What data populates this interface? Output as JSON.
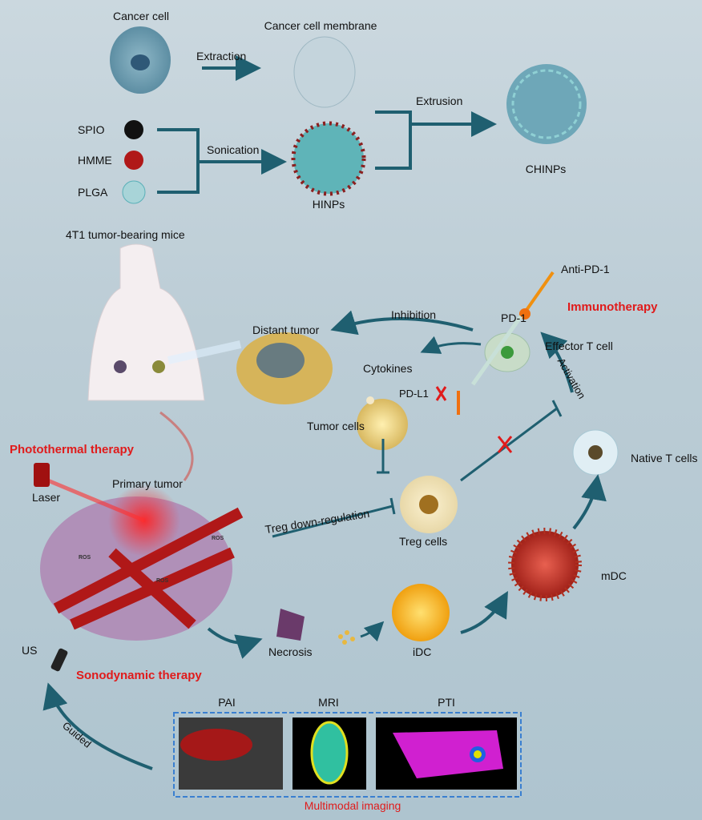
{
  "synthesis": {
    "cancer_cell": "Cancer cell",
    "membrane": "Cancer cell membrane",
    "extraction": "Extraction",
    "extrusion": "Extrusion",
    "spio": "SPIO",
    "hmme": "HMME",
    "plga": "PLGA",
    "sonication": "Sonication",
    "hinps": "HINPs",
    "chinps": "CHINPs"
  },
  "therapy": {
    "mice": "4T1 tumor-bearing mice",
    "anti_pd1": "Anti-PD-1",
    "immunotherapy": "Immunotherapy",
    "pd1": "PD-1",
    "inhibition": "Inhibition",
    "distant_tumor": "Distant tumor",
    "effector_t": "Effector T cell",
    "cytokines": "Cytokines",
    "activation": "Activation",
    "pdl1": "PD-L1",
    "tumor_cells": "Tumor cells",
    "photothermal": "Photothermal therapy",
    "native_t": "Native T cells",
    "laser": "Laser",
    "primary_tumor": "Primary tumor",
    "treg_down": "Treg down-regulation",
    "treg_cells": "Treg cells",
    "mdc": "mDC",
    "necrosis": "Necrosis",
    "idc": "iDC",
    "us": "US",
    "sonodynamic": "Sonodynamic therapy",
    "ros": "ROS",
    "guided": "Guided"
  },
  "imaging": {
    "pai": "PAI",
    "mri": "MRI",
    "pti": "PTI",
    "title": "Multimodal imaging"
  }
}
